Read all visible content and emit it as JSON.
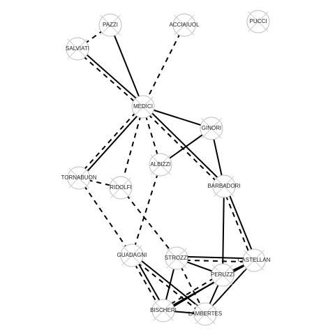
{
  "nodes": [
    {
      "id": "pazzi",
      "label": "PAZZI"
    },
    {
      "id": "acciaiuol",
      "label": "ACCIAIUOL"
    },
    {
      "id": "pucci",
      "label": "PUCCI"
    },
    {
      "id": "salviati",
      "label": "SALVIATI"
    },
    {
      "id": "medici",
      "label": "MEDICI"
    },
    {
      "id": "ginori",
      "label": "GINORI"
    },
    {
      "id": "albizzi",
      "label": "ALBIZZI"
    },
    {
      "id": "tornabuon",
      "label": "TORNABUON"
    },
    {
      "id": "ridolfi",
      "label": "RIDOLFI"
    },
    {
      "id": "barbadori",
      "label": "BARBADORI"
    },
    {
      "id": "guadagni",
      "label": "GUADAGNI"
    },
    {
      "id": "strozzi",
      "label": "STROZZI"
    },
    {
      "id": "castellan",
      "label": "CASTELLAN"
    },
    {
      "id": "peruzzi",
      "label": "PERUZZI"
    },
    {
      "id": "bischeri",
      "label": "BISCHERI"
    },
    {
      "id": "lambertes",
      "label": "LAMBERTES"
    }
  ],
  "edges": [
    {
      "source": "salviati",
      "target": "pazzi",
      "style": "dashed"
    },
    {
      "source": "pazzi",
      "target": "medici",
      "style": "solid"
    },
    {
      "source": "salviati",
      "target": "medici",
      "style": "solid"
    },
    {
      "source": "salviati",
      "target": "medici",
      "style": "dashed"
    },
    {
      "source": "acciaiuol",
      "target": "medici",
      "style": "dashed"
    },
    {
      "source": "medici",
      "target": "ginori",
      "style": "solid"
    },
    {
      "source": "medici",
      "target": "albizzi",
      "style": "dashed"
    },
    {
      "source": "medici",
      "target": "barbadori",
      "style": "solid"
    },
    {
      "source": "medici",
      "target": "barbadori",
      "style": "dashed"
    },
    {
      "source": "medici",
      "target": "tornabuon",
      "style": "solid"
    },
    {
      "source": "medici",
      "target": "tornabuon",
      "style": "dashed"
    },
    {
      "source": "medici",
      "target": "ridolfi",
      "style": "dashed"
    },
    {
      "source": "ginori",
      "target": "albizzi",
      "style": "solid"
    },
    {
      "source": "ginori",
      "target": "barbadori",
      "style": "solid"
    },
    {
      "source": "tornabuon",
      "target": "ridolfi",
      "style": "dashed"
    },
    {
      "source": "tornabuon",
      "target": "guadagni",
      "style": "dashed"
    },
    {
      "source": "albizzi",
      "target": "guadagni",
      "style": "dashed"
    },
    {
      "source": "ridolfi",
      "target": "strozzi",
      "style": "dashed"
    },
    {
      "source": "barbadori",
      "target": "castellan",
      "style": "solid"
    },
    {
      "source": "barbadori",
      "target": "castellan",
      "style": "dashed"
    },
    {
      "source": "barbadori",
      "target": "peruzzi",
      "style": "solid"
    },
    {
      "source": "guadagni",
      "target": "bischeri",
      "style": "solid"
    },
    {
      "source": "guadagni",
      "target": "bischeri",
      "style": "dashed"
    },
    {
      "source": "guadagni",
      "target": "lambertes",
      "style": "solid"
    },
    {
      "source": "guadagni",
      "target": "lambertes",
      "style": "dashed"
    },
    {
      "source": "strozzi",
      "target": "castellan",
      "style": "solid"
    },
    {
      "source": "strozzi",
      "target": "castellan",
      "style": "dashed"
    },
    {
      "source": "strozzi",
      "target": "peruzzi",
      "style": "solid"
    },
    {
      "source": "strozzi",
      "target": "bischeri",
      "style": "solid"
    },
    {
      "source": "strozzi",
      "target": "lambertes",
      "style": "dashed"
    },
    {
      "source": "castellan",
      "target": "peruzzi",
      "style": "solid"
    },
    {
      "source": "castellan",
      "target": "bischeri",
      "style": "solid"
    },
    {
      "source": "castellan",
      "target": "lambertes",
      "style": "solid"
    },
    {
      "source": "peruzzi",
      "target": "bischeri",
      "style": "solid"
    },
    {
      "source": "peruzzi",
      "target": "bischeri",
      "style": "dashed"
    },
    {
      "source": "peruzzi",
      "target": "lambertes",
      "style": "solid"
    },
    {
      "source": "bischeri",
      "target": "lambertes",
      "style": "solid"
    }
  ]
}
